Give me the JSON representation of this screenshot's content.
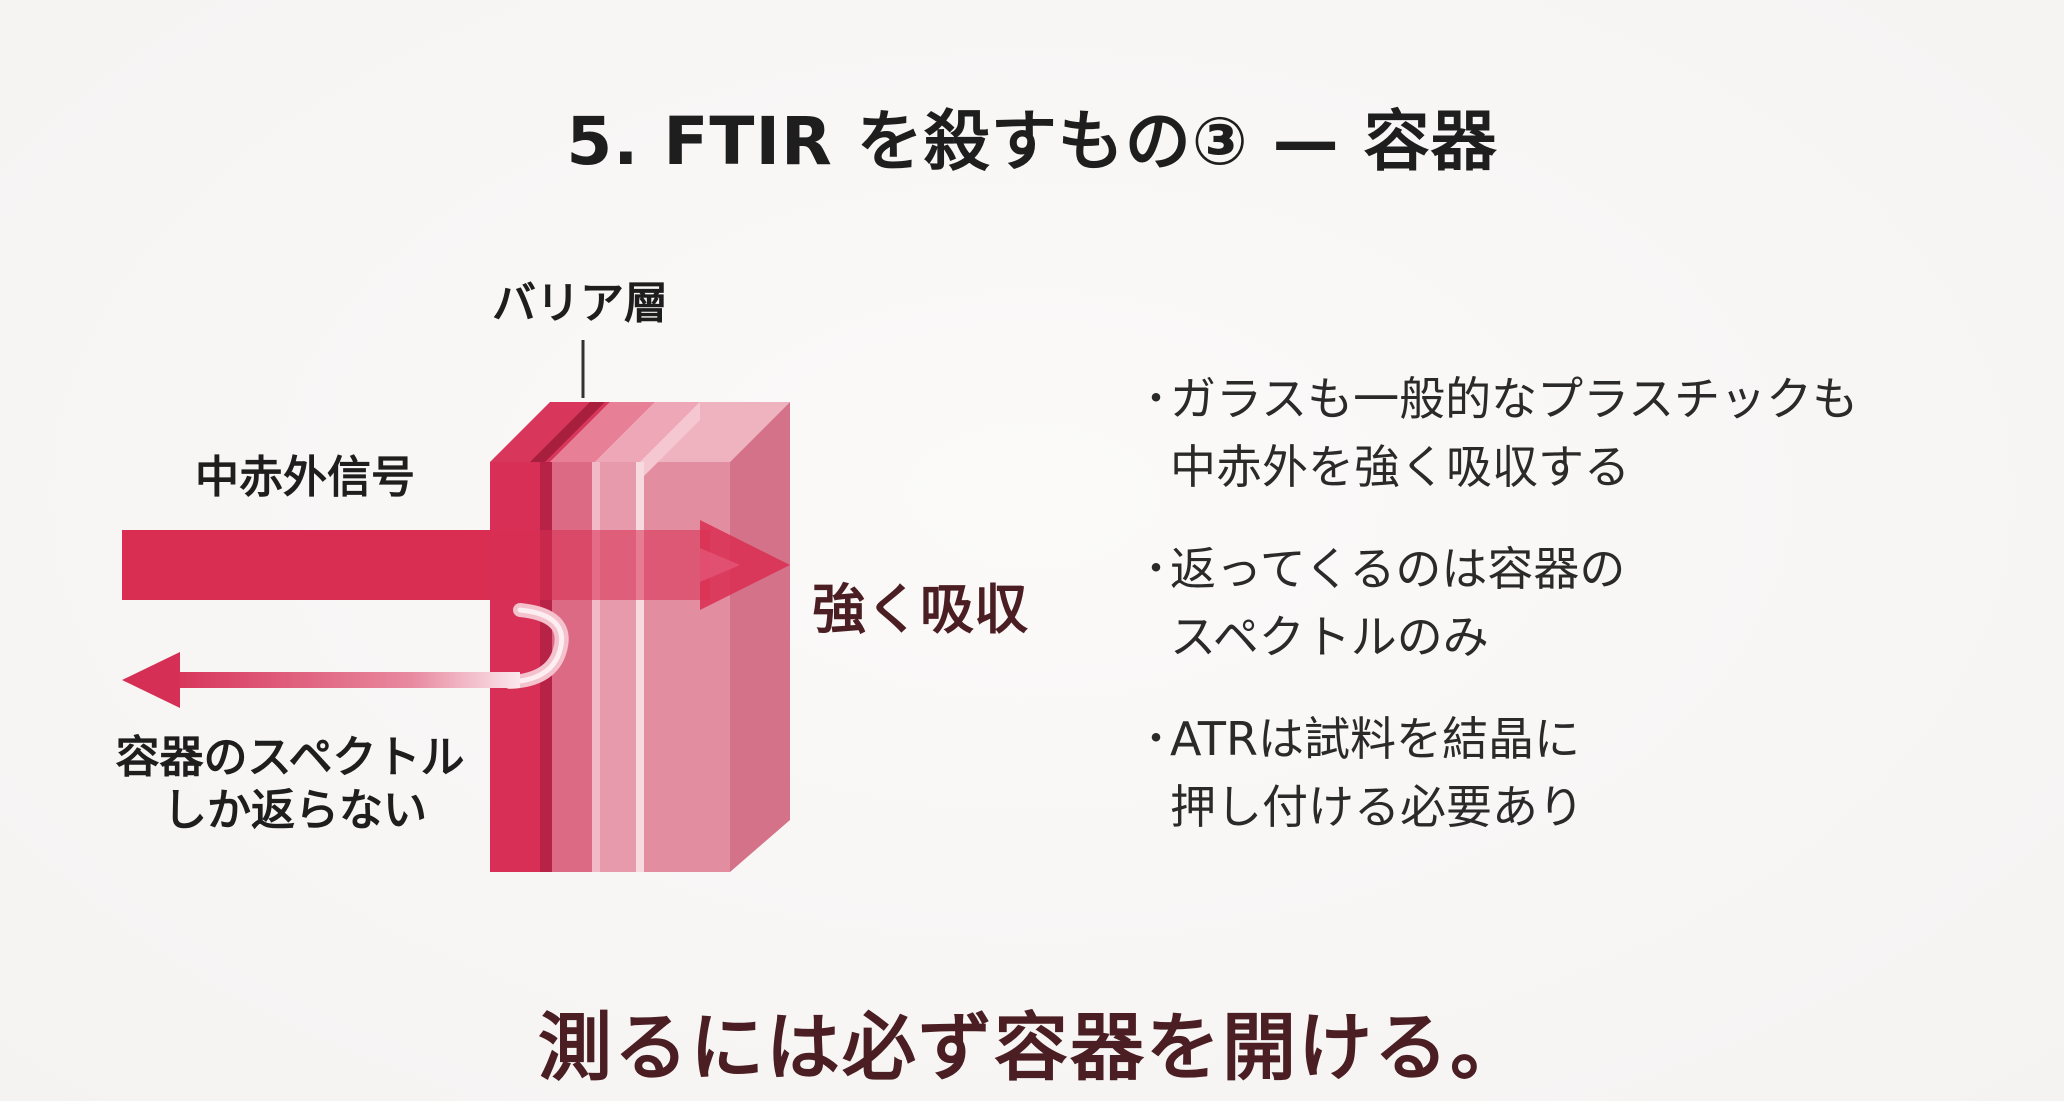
{
  "title": "5. FTIR を殺すもの③ — 容器",
  "diagram": {
    "barrier_label": "バリア層",
    "signal_label": "中赤外信号",
    "absorb_label": "強く吸収",
    "return_label_line1": "容器のスペクトル",
    "return_label_line2": "しか返らない",
    "colors": {
      "accent": "#d92e52",
      "panel_dark": "#c4284a",
      "panel_light": "#e8889c",
      "label_dark": "#4a1e22"
    }
  },
  "bullets": [
    {
      "line1": "ガラスも一般的なプラスチックも",
      "line2": "中赤外を強く吸収する"
    },
    {
      "line1": "返ってくるのは容器の",
      "line2": "スペクトルのみ"
    },
    {
      "line1": "ATRは試料を結晶に",
      "line2": "押し付ける必要あり"
    }
  ],
  "bullet_marker": "・",
  "conclusion": "測るには必ず容器を開ける。"
}
